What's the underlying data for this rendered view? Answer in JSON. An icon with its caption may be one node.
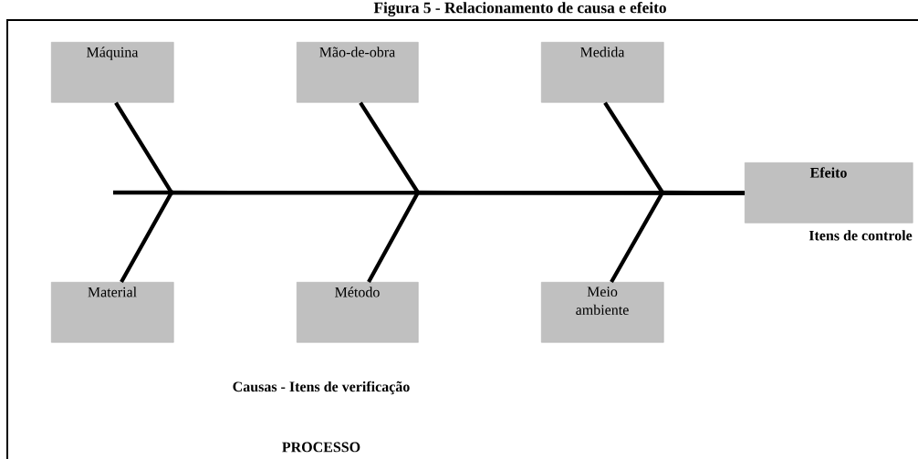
{
  "diagram": {
    "title": "Figura 5 - Relacionamento de causa e efeito",
    "nodes": [
      {
        "text": [
          "Máquina"
        ]
      },
      {
        "text": [
          "Mão-de-obra"
        ]
      },
      {
        "text": [
          "Medida"
        ]
      },
      {
        "text": [
          "Material"
        ]
      },
      {
        "text": [
          "Método"
        ]
      },
      {
        "text": [
          "Meio ambiente"
        ]
      },
      {
        "text": [
          "Efeito"
        ],
        "beside": [
          "Itens de controle"
        ]
      }
    ],
    "edges": [
      {
        "from": 0,
        "to": 6,
        "arrow": "none"
      },
      {
        "from": 1,
        "to": 6,
        "arrow": "none"
      },
      {
        "from": 2,
        "to": 6,
        "arrow": "none"
      },
      {
        "from": 3,
        "to": 6,
        "arrow": "none"
      },
      {
        "from": 4,
        "to": 6,
        "arrow": "none"
      },
      {
        "from": 5,
        "to": 6,
        "arrow": "none"
      }
    ],
    "labels": [
      "Causas - Itens de verificação",
      "PROCESSO"
    ]
  }
}
